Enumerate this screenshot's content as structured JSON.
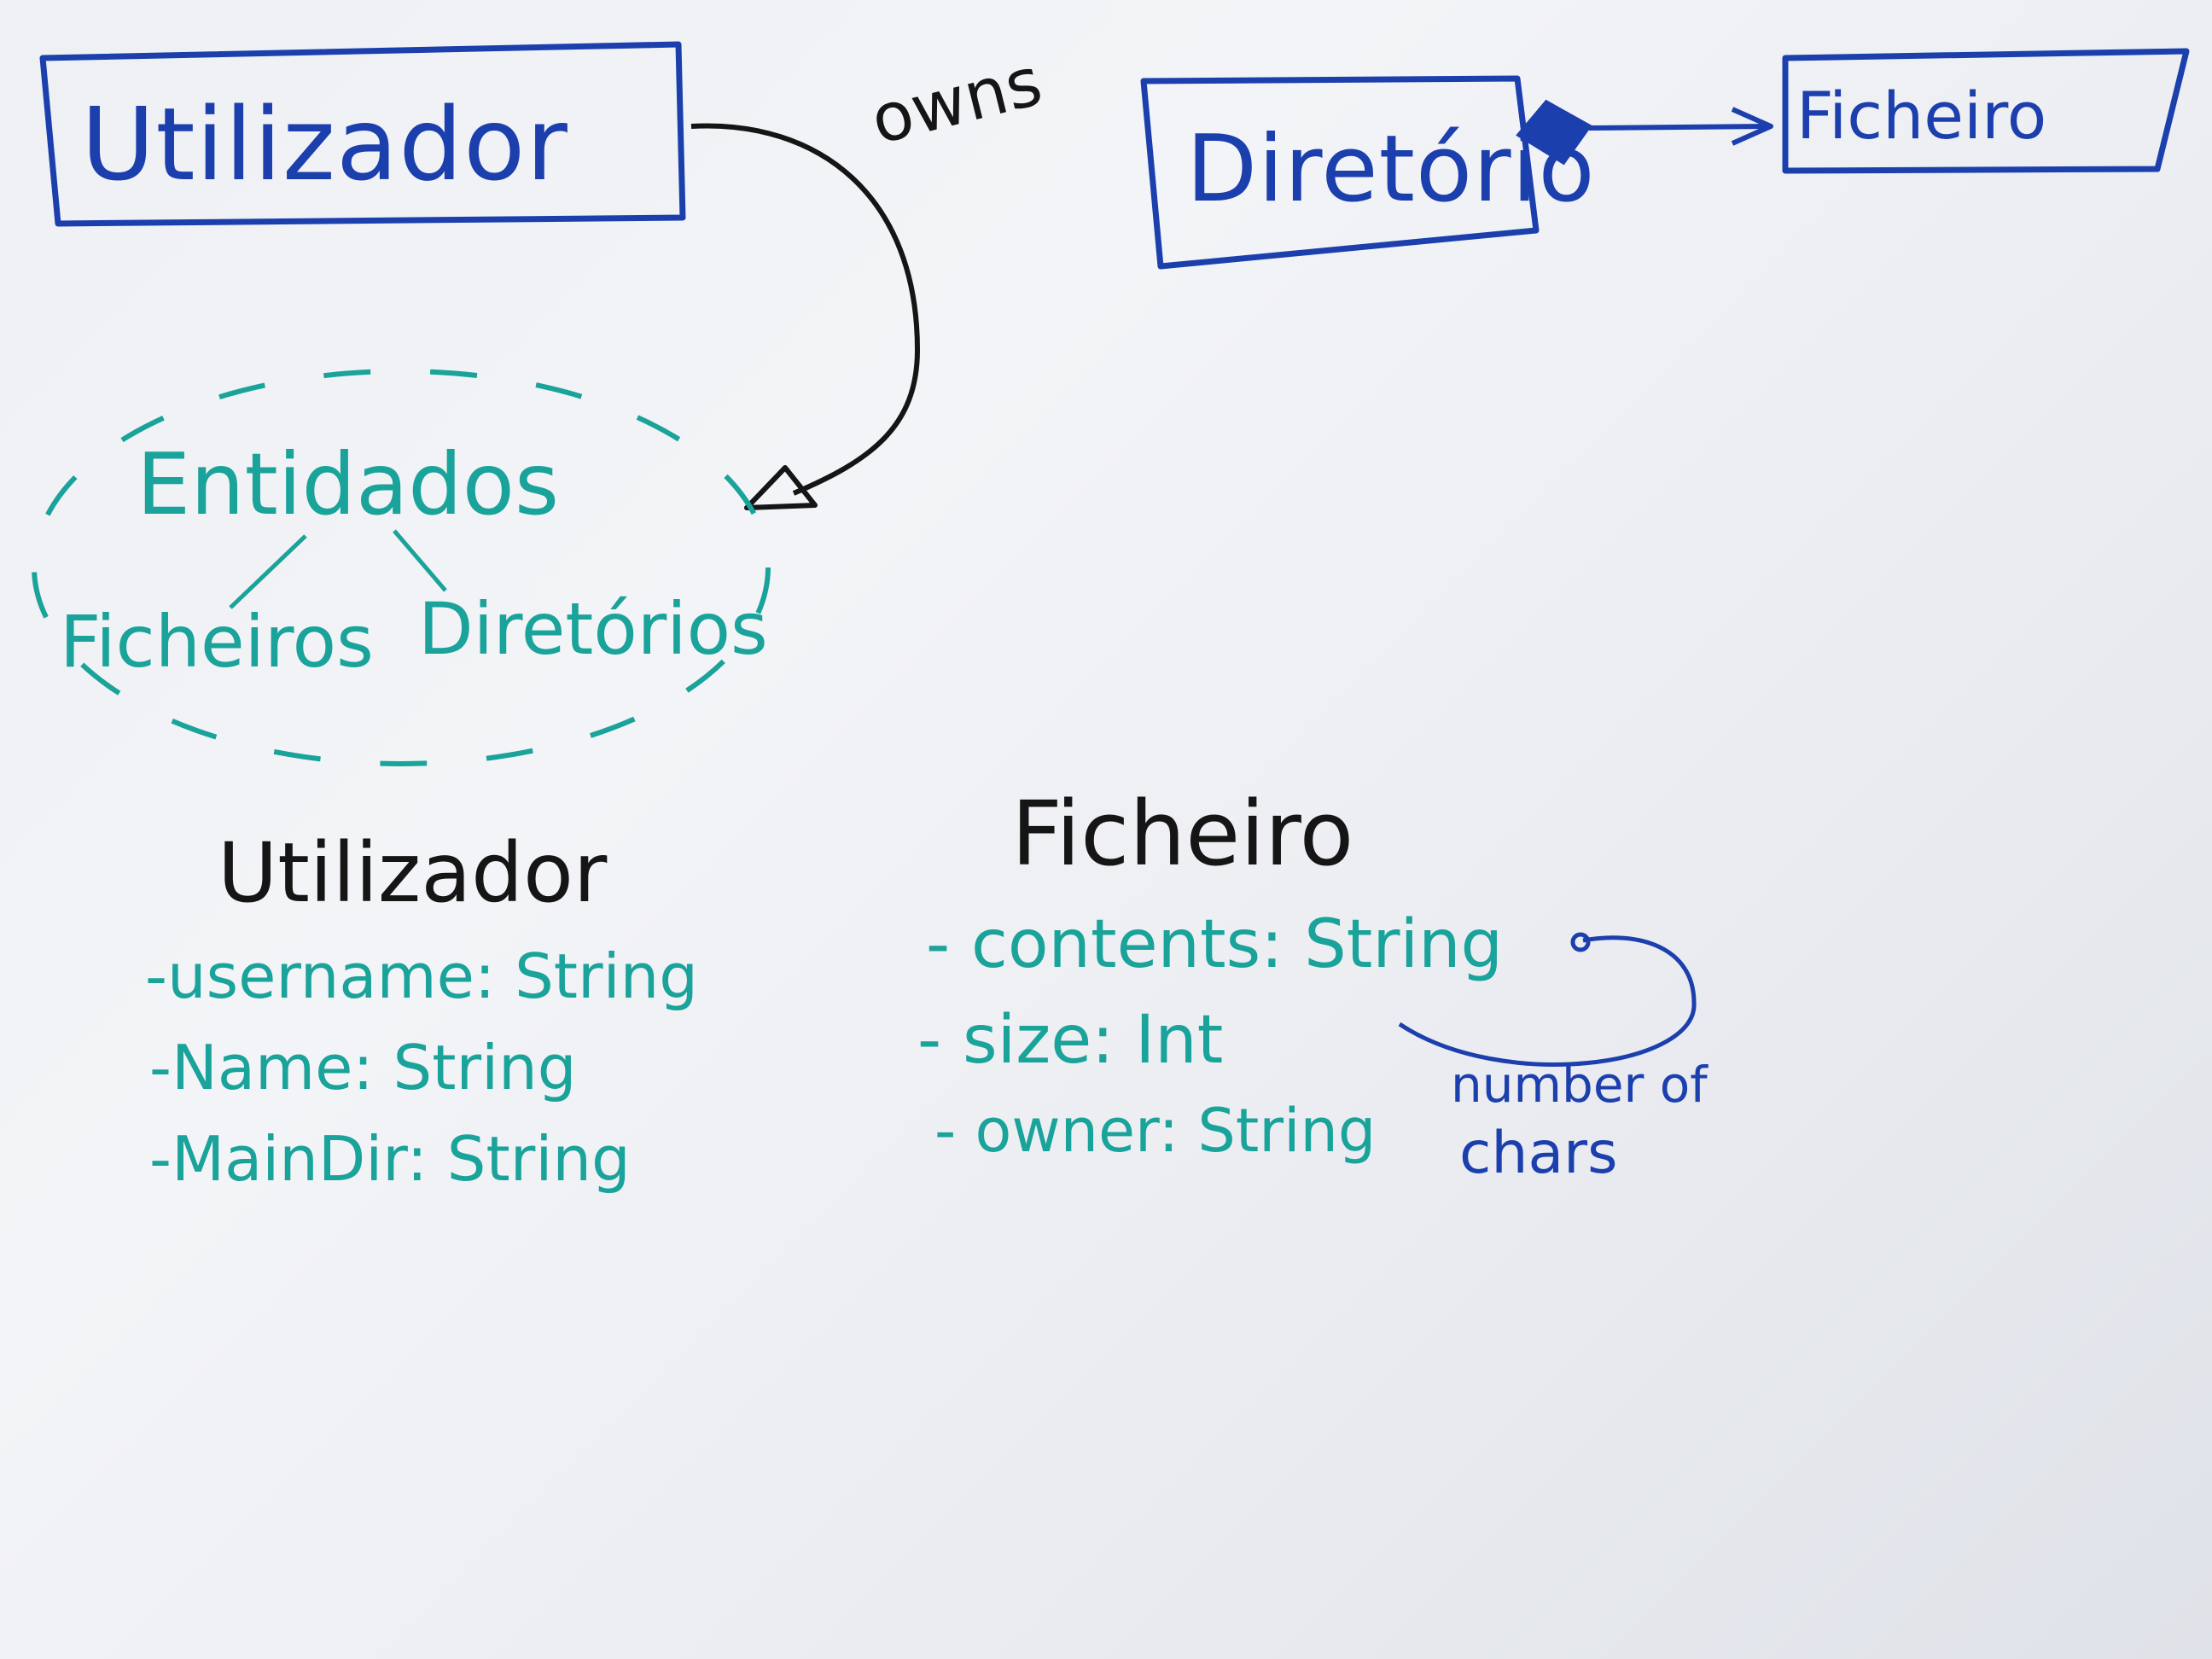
{
  "diagram": {
    "utilizador_box": {
      "label": "Utilizador"
    },
    "owns_label": "owns",
    "diretorio_box": {
      "label": "Diretório"
    },
    "ficheiro_box": {
      "label": "Ficheiro"
    },
    "entidades_group": {
      "title": "Entidados",
      "items": [
        "Ficheiros",
        "Diretórios"
      ]
    },
    "utilizador_class": {
      "title": "Utilizador",
      "attributes": [
        "-username: String",
        "-Name: String",
        "-MainDir: String"
      ]
    },
    "ficheiro_class": {
      "title": "Ficheiro",
      "attributes": [
        "- contents: String",
        "- size: Int",
        "- owner: String"
      ],
      "note_line1": "number of",
      "note_line2": "chars"
    }
  },
  "colors": {
    "blue_marker": "#1c3fae",
    "teal_marker": "#1aa39a",
    "black_marker": "#151515",
    "board": "#eef0f4"
  }
}
